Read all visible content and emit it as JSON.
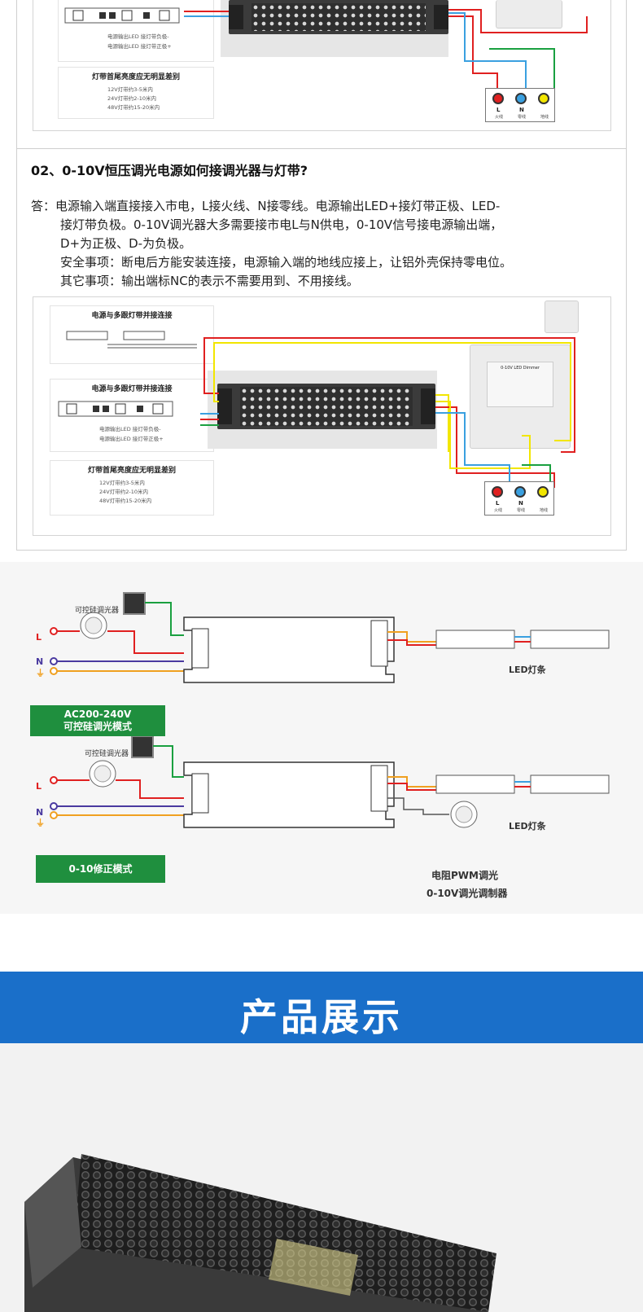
{
  "top_diagram": {
    "strip_note_neg": "电源输出LED 接灯带负极-",
    "strip_note_pos": "电源输出LED 接灯带正极+",
    "brightness_title": "灯带首尾亮度应无明显差别",
    "brightness_lines": [
      "12V灯带约3-5米内",
      "24V灯带约2-10米内",
      "48V灯带约15-20米内"
    ],
    "ln_labels": [
      "L",
      "N",
      ""
    ],
    "ln_sub": [
      "火线",
      "零线",
      "地线"
    ]
  },
  "question": {
    "title": "02、0-10V恒压调光电源如何接调光器与灯带?",
    "answer_lines": [
      "答：电源输入端直接接入市电，L接火线、N接零线。电源输出LED+接灯带正极、LED-",
      "接灯带负极。0-10V调光器大多需要接市电L与N供电，0-10V信号接电源输出端，",
      "D+为正极、D-为负极。",
      "安全事项：断电后方能安装连接，电源输入端的地线应接上，让铝外壳保持零电位。",
      "其它事项：输出端标NC的表示不需要用到、不用接线。"
    ]
  },
  "second_diagram": {
    "parallel_title_1": "电源与多跟灯带并接连接",
    "parallel_title_2": "电源与多跟灯带并接连接",
    "strip_note_neg": "电源输出LED 接灯带负极-",
    "strip_note_pos": "电源输出LED 接灯带正极+",
    "brightness_title": "灯带首尾亮度应无明显差别",
    "brightness_lines": [
      "12V灯带约3-5米内",
      "24V灯带约2-10米内",
      "48V灯带约15-20米内"
    ],
    "dimmer_label": "0-10V LED Dimmer",
    "ln_labels": [
      "L",
      "N",
      ""
    ],
    "ln_sub": [
      "火线",
      "零线",
      "地线"
    ]
  },
  "wiring": {
    "scr_dimmer_label_1": "可控硅调光器",
    "scr_dimmer_label_2": "可控硅调光器",
    "terminals_left": [
      "L",
      "N",
      "⏚"
    ],
    "led_label_1": "LED灯条",
    "led_label_2": "LED灯条",
    "mode1_badge_line1": "AC200-240V",
    "mode1_badge_line2": "可控硅调光模式",
    "mode2_badge": "0-10修正模式",
    "pwm_line1": "电阻PWM调光",
    "pwm_line2": "0-10V调光调制器"
  },
  "banner": {
    "title": "产品展示"
  },
  "colors": {
    "banner_blue": "#1a6fc9",
    "badge_green": "#1f8f3e",
    "wire_red": "#e02020",
    "wire_blue": "#3aa0e0",
    "wire_yellow": "#f2e600",
    "wire_green": "#1aa040",
    "wire_orange": "#f0a020",
    "wire_purple": "#4a3aa0"
  }
}
